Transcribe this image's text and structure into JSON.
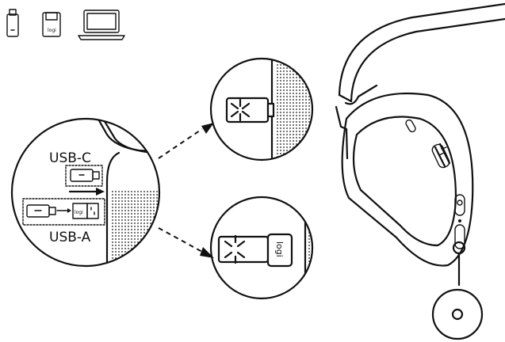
{
  "labels": {
    "usb_c": "USB-C",
    "usb_a": "USB-A",
    "logo_small": "logi",
    "logo_receiver": "logi"
  },
  "icons": {
    "top_row": [
      "usb-stick-icon",
      "usb-receiver-icon",
      "laptop-icon"
    ]
  },
  "colors": {
    "ink": "#111111",
    "background": "#ffffff"
  }
}
